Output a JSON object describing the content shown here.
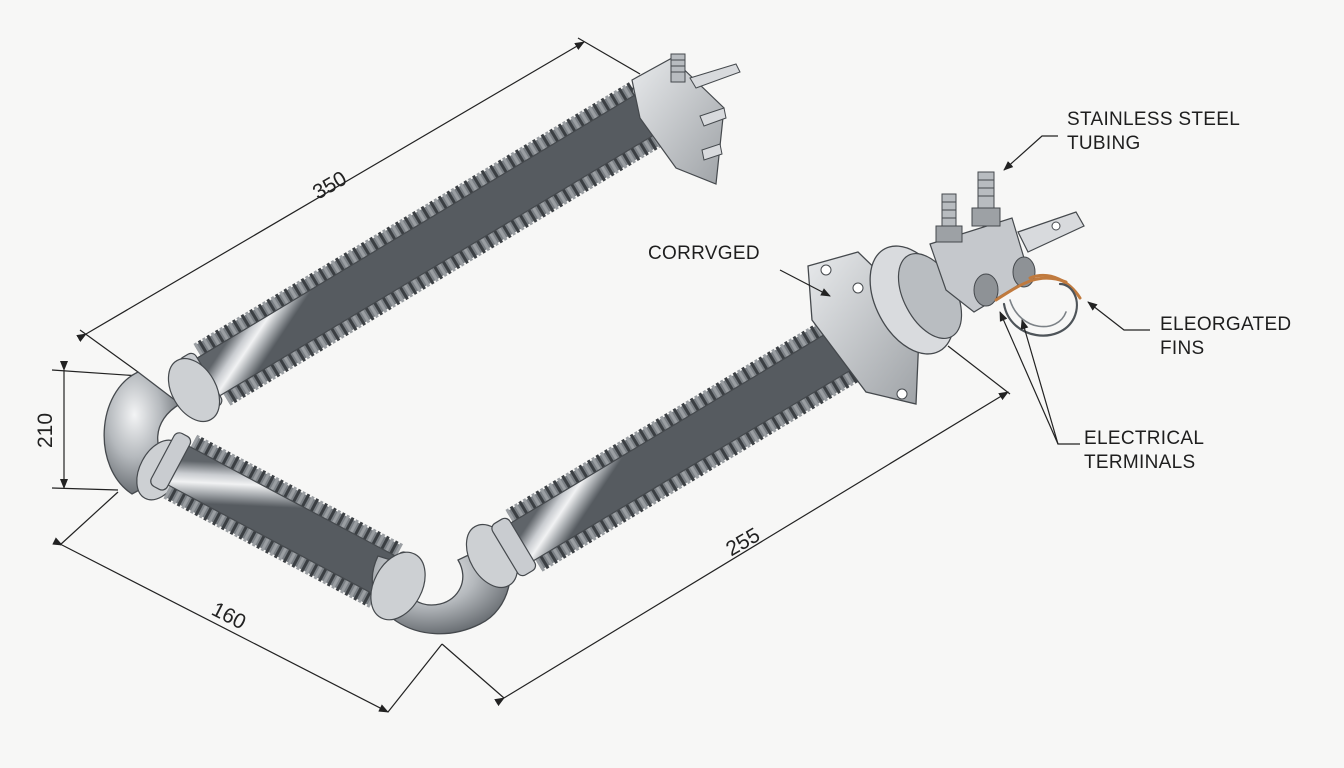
{
  "dimensions": {
    "length_top": "350",
    "height": "210",
    "width_bottom": "160",
    "length_bottom": "255"
  },
  "callouts": {
    "tubing": {
      "line1": "STAINLESS STEEL",
      "line2": "TUBING"
    },
    "corrugated": {
      "line1": "CORRVGED"
    },
    "fins": {
      "line1": "ELEORGATED",
      "line2": "FINS"
    },
    "terminals": {
      "line1": "ELECTRICAL",
      "line2": "TERMINALS"
    }
  },
  "colors": {
    "background": "#f7f7f6",
    "steel_light": "#e4e6e8",
    "steel_mid": "#a9adb1",
    "steel_dark": "#5d6267",
    "fin_dark": "#3b3f43",
    "copper": "#c07a3e",
    "line": "#222222"
  },
  "icons": [
    "u-shaped-finned-heater",
    "terminal-bolt-icon",
    "mounting-flange-icon",
    "lead-wire-icon"
  ]
}
